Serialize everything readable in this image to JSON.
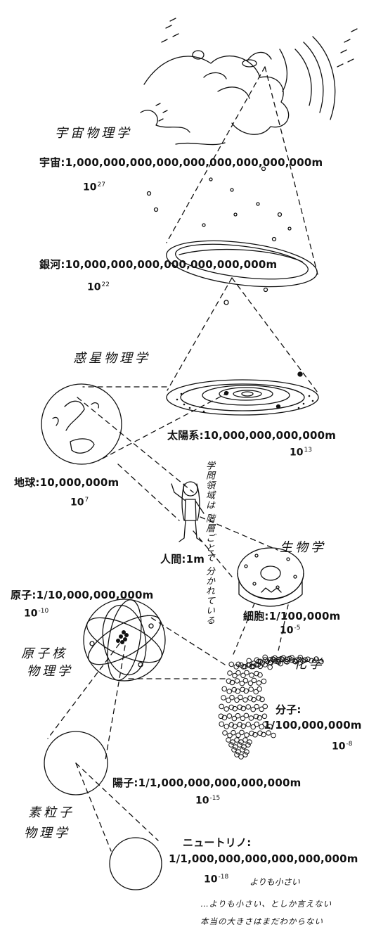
{
  "fields": {
    "cosmic": "宇宙物理学",
    "planetary": "惑星物理学",
    "biology": "生物学",
    "nuclear_line1": "原子核",
    "nuclear_line2": "物理学",
    "chemistry": "化学",
    "particle_line1": "素粒子",
    "particle_line2": "物理学"
  },
  "scales": {
    "universe": {
      "label": "宇宙:1,000,000,000,000,000,000,000,000,000m",
      "exponent": "27"
    },
    "galaxy": {
      "label": "銀河:10,000,000,000,000,000,000,000m",
      "exponent": "22"
    },
    "solar_system": {
      "label": "太陽系:10,000,000,000,000m",
      "exponent": "13"
    },
    "earth": {
      "label": "地球:10,000,000m",
      "exponent": "7"
    },
    "human": {
      "label": "人間:1m"
    },
    "atom": {
      "label": "原子:1/10,000,000,000m",
      "exponent": "-10"
    },
    "cell": {
      "label": "細胞:1/100,000m",
      "exponent": "-5"
    },
    "molecule": {
      "label_line1": "分子:",
      "label_line2": "1/100,000,000m",
      "exponent": "-8"
    },
    "proton": {
      "label": "陽子:1/1,000,000,000,000,000m",
      "exponent": "-15"
    },
    "neutrino": {
      "label_line1": "ニュートリノ:",
      "label_line2": "1/1,000,000,000,000,000,000m",
      "exponent": "-18",
      "suffix": "よりも小さい"
    }
  },
  "power_base": "10",
  "annotations": {
    "layers_vertical": "学問領域は 階層ごとで 分かれている",
    "footnote_line1": "…よりも小さい、としか言えない",
    "footnote_line2": "本当の大きさはまだわからない"
  }
}
